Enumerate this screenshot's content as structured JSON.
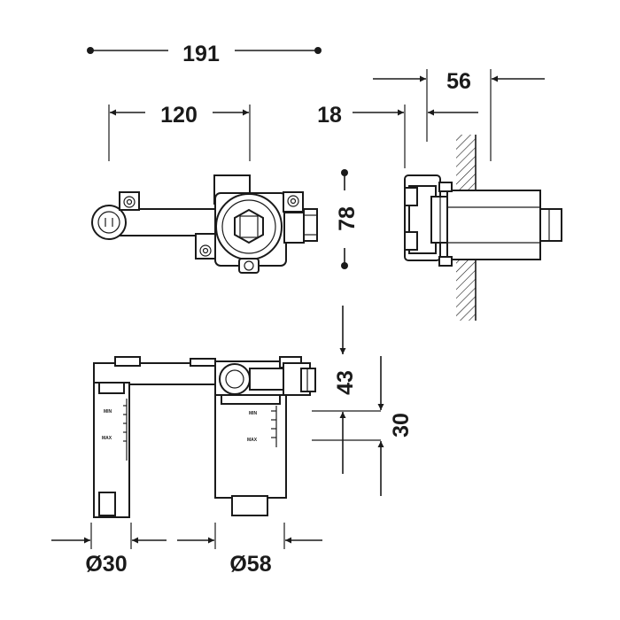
{
  "dimensions": {
    "overall_width": "191",
    "spacing_120": "120",
    "height_78": "78",
    "depth_56": "56",
    "offset_18": "18",
    "height_43": "43",
    "height_30": "30",
    "diameter_30": "Ø30",
    "diameter_58": "Ø58"
  },
  "scale_marks": {
    "left_min": "MIN",
    "left_max": "MAX",
    "right_min": "MIN",
    "right_max": "MAX"
  },
  "colors": {
    "ink": "#1a1a1a",
    "background": "#ffffff"
  }
}
